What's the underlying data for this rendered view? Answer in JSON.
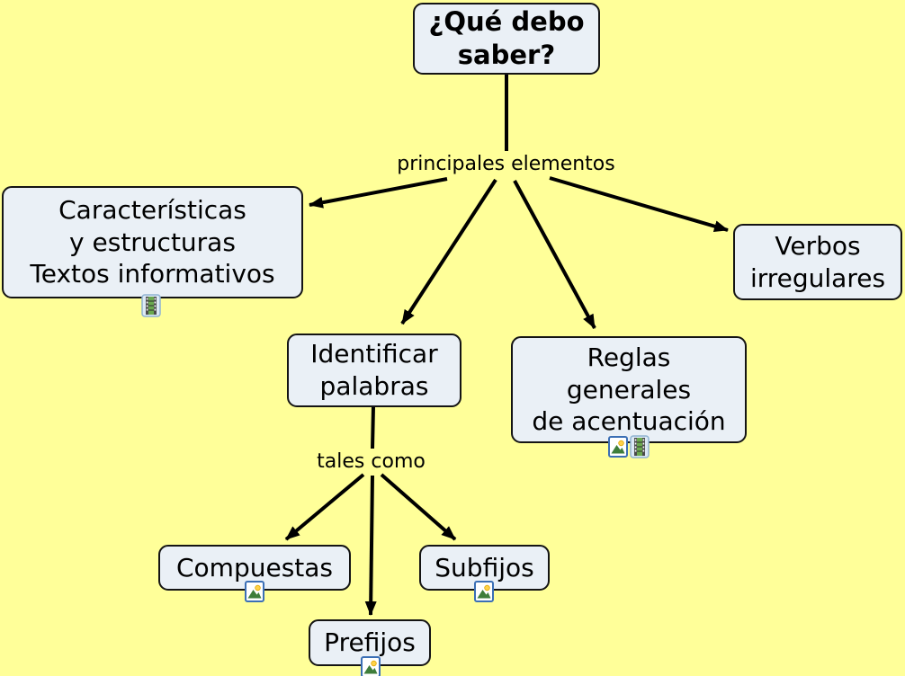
{
  "canvas": {
    "background_color": "#ffff99",
    "node_fill": "#eaf0f6",
    "node_border_color": "#141414",
    "line_color": "#000000"
  },
  "nodes": {
    "root": {
      "label": "¿Qué debo\nsaber?"
    },
    "caracteristicas": {
      "label": "Características\ny estructuras\nTextos informativos"
    },
    "verbos": {
      "label": "Verbos\nirregulares"
    },
    "identificar": {
      "label": "Identificar\npalabras"
    },
    "reglas": {
      "label": "Reglas\ngenerales\nde acentuación"
    },
    "compuestas": {
      "label": "Compuestas"
    },
    "subfijos": {
      "label": "Subfijos"
    },
    "prefijos": {
      "label": "Prefijos"
    }
  },
  "linking_phrases": {
    "principales": {
      "label": "principales elementos"
    },
    "tales": {
      "label": "tales como"
    }
  },
  "icons": {
    "film": "film-resource-icon",
    "image": "image-resource-icon"
  },
  "attachments": {
    "caracteristicas": [
      "film"
    ],
    "reglas": [
      "image",
      "film"
    ],
    "compuestas": [
      "image"
    ],
    "subfijos": [
      "image"
    ],
    "prefijos": [
      "image"
    ]
  },
  "edges": [
    {
      "from": "root",
      "via": "principales",
      "to": [
        "caracteristicas",
        "identificar",
        "reglas",
        "verbos"
      ]
    },
    {
      "from": "identificar",
      "via": "tales",
      "to": [
        "compuestas",
        "prefijos",
        "subfijos"
      ]
    }
  ]
}
